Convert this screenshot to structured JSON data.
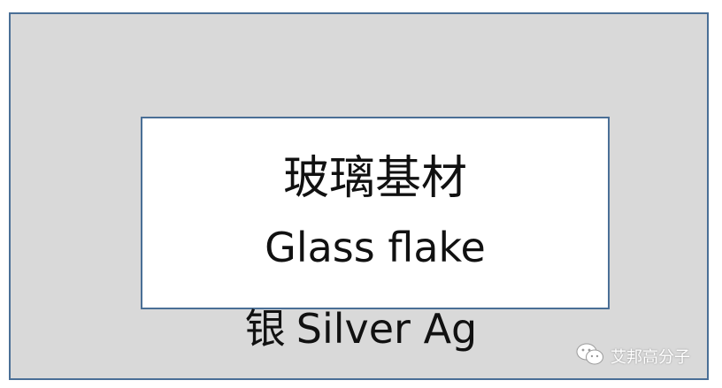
{
  "diagram": {
    "inner_label_cn": "玻璃基材",
    "inner_label_en": "Glass flake",
    "outer_label_cn": "银",
    "outer_label_en": "Silver Ag",
    "watermark_text": "艾邦高分子",
    "watermark_icon": "wechat-icon",
    "colors": {
      "outer_fill": "#d9d9d9",
      "inner_fill": "#ffffff",
      "border": "#4a6f96",
      "text": "#111111"
    }
  }
}
